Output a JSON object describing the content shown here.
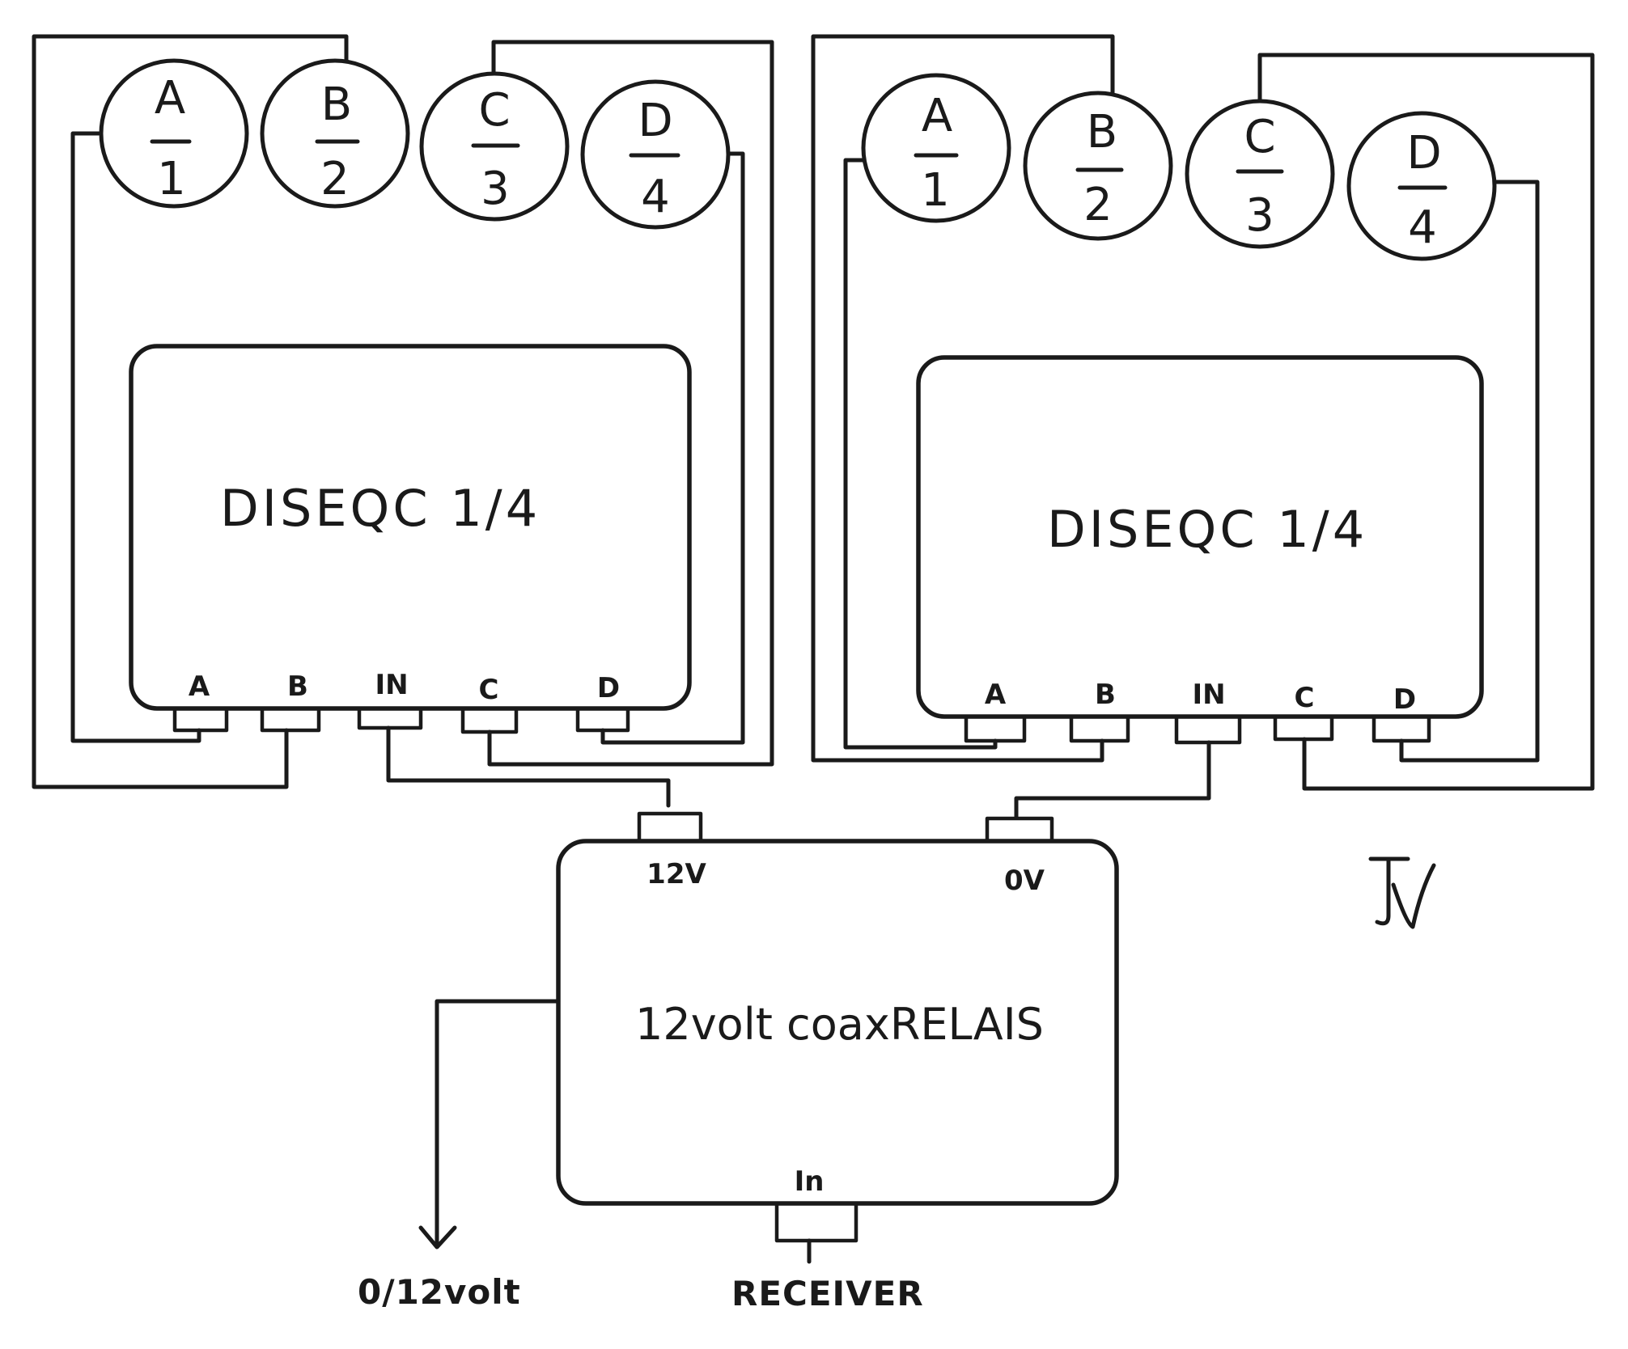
{
  "left_switch": {
    "label": "DISEQC 1/4",
    "lnbs": [
      {
        "top": "A",
        "bottom": "1"
      },
      {
        "top": "B",
        "bottom": "2"
      },
      {
        "top": "C",
        "bottom": "3"
      },
      {
        "top": "D",
        "bottom": "4"
      }
    ],
    "ports": [
      "A",
      "B",
      "IN",
      "C",
      "D"
    ]
  },
  "right_switch": {
    "label": "DISEQC 1/4",
    "lnbs": [
      {
        "top": "A",
        "bottom": "1"
      },
      {
        "top": "B",
        "bottom": "2"
      },
      {
        "top": "C",
        "bottom": "3"
      },
      {
        "top": "D",
        "bottom": "4"
      }
    ],
    "ports": [
      "A",
      "B",
      "IN",
      "C",
      "D"
    ]
  },
  "relay": {
    "label": "12volt coaxRELAIS",
    "port_12v": "12V",
    "port_0v": "0V",
    "port_in": "In"
  },
  "control_label": "0/12volt",
  "receiver_label": "RECEIVER"
}
